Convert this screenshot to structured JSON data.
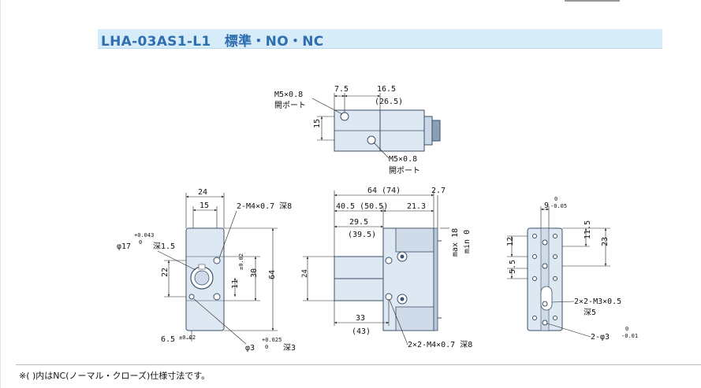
{
  "title": "LHA-03AS1-L1　標準・NO・NC",
  "footnote": "※( )内はNC(ノーマル・クローズ)仕様寸法です。",
  "top_view": {
    "port1_size": "M5×0.8",
    "port1_label": "開ポート",
    "port2_size": "M5×0.8",
    "port2_label": "開ポート",
    "dim_offset": "7.5",
    "dim_len": "16.5",
    "dim_len_nc": "(26.5)",
    "dim_height": "15"
  },
  "left_view": {
    "dim_width": "24",
    "dim_inner_width": "15",
    "bore_dia": "φ17",
    "bore_tol_plus": "+0.043",
    "bore_tol_minus": "0",
    "bore_depth": "深1.5",
    "tap_spec": "2-M4×0.7 深8",
    "dim_22": "22",
    "dim_11": "11",
    "dim_11_tol": "±0.02",
    "dim_30": "30",
    "dim_64": "64",
    "dim_6_5": "6.5",
    "dim_6_5_tol": "±0.02",
    "pin_dia": "φ3",
    "pin_tol_plus": "+0.025",
    "pin_tol_minus": "0",
    "pin_depth": "深3"
  },
  "front_view": {
    "dim_total": "64 (74)",
    "dim_2_7": "2.7",
    "dim_40_5": "40.5 (50.5)",
    "dim_21_3": "21.3",
    "dim_29_5": "29.5",
    "dim_39_5": "(39.5)",
    "stroke_max": "max 18",
    "stroke_min": "min 0",
    "dim_24": "24",
    "dim_33": "33",
    "dim_43": "(43)",
    "tap_spec": "2×2-M4×0.7 深8"
  },
  "right_view": {
    "dim_9": "9",
    "dim_9_tol_plus": "0",
    "dim_9_tol_minus": "-0.05",
    "dim_11_5": "11.5",
    "dim_12": "12",
    "dim_23": "23",
    "dim_5_5": "5.5",
    "tap_spec": "2×2-M3×0.5",
    "tap_depth": "深5",
    "pin_spec": "2-φ3",
    "pin_tol_plus": "0",
    "pin_tol_minus": "-0.01"
  },
  "colors": {
    "title_bg": "#d6ecf8",
    "title_text": "#2f6fb0",
    "part_fill": "#dde8f3",
    "part_stroke": "#3a4f6a",
    "dim_line": "#222222"
  }
}
